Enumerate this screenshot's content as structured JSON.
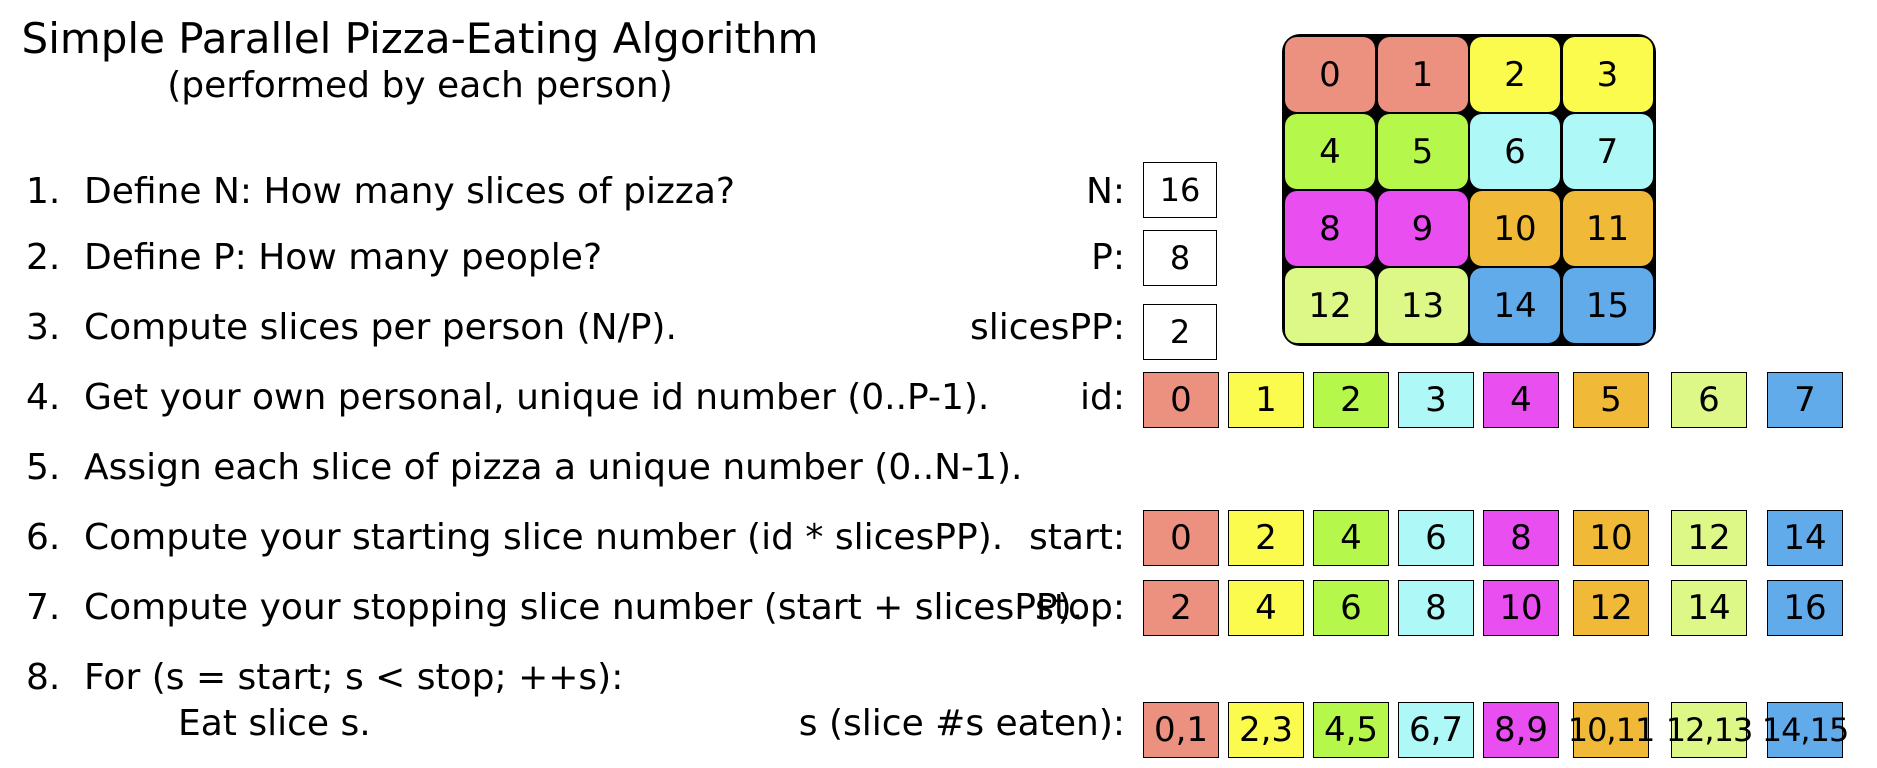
{
  "title": "Simple Parallel Pizza-Eating Algorithm",
  "subtitle": "(performed by each person)",
  "steps": [
    {
      "num": "1.",
      "text": "Define N: How many slices of pizza?"
    },
    {
      "num": "2.",
      "text": "Define P: How many people?"
    },
    {
      "num": "3.",
      "text": "Compute slices per person (N/P)."
    },
    {
      "num": "4.",
      "text": "Get your own personal, unique id number (0..P-1)."
    },
    {
      "num": "5.",
      "text": "Assign each slice of pizza a unique number (0..N-1)."
    },
    {
      "num": "6.",
      "text": "Compute your starting slice number (id * slicesPP)."
    },
    {
      "num": "7.",
      "text": "Compute your stopping slice number (start + slicesPP)."
    },
    {
      "num": "8.",
      "text": "For (s = start; s < stop; ++s):"
    }
  ],
  "step8_body": "Eat slice s.",
  "vars": {
    "n": {
      "label": "N:",
      "value": "16"
    },
    "p": {
      "label": "P:",
      "value": "8"
    },
    "slicespp": {
      "label": "slicesPP:",
      "value": "2"
    }
  },
  "rows": {
    "id": {
      "label": "id:",
      "values": [
        "0",
        "1",
        "2",
        "3",
        "4",
        "5",
        "6",
        "7"
      ]
    },
    "start": {
      "label": "start:",
      "values": [
        "0",
        "2",
        "4",
        "6",
        "8",
        "10",
        "12",
        "14"
      ]
    },
    "stop": {
      "label": "stop:",
      "values": [
        "2",
        "4",
        "6",
        "8",
        "10",
        "12",
        "14",
        "16"
      ]
    },
    "eaten": {
      "label": "s (slice #s eaten):",
      "values": [
        "0,1",
        "2,3",
        "4,5",
        "6,7",
        "8,9",
        "10,11",
        "12,13",
        "14,15"
      ]
    }
  },
  "pizza_slices": [
    "0",
    "1",
    "2",
    "3",
    "4",
    "5",
    "6",
    "7",
    "8",
    "9",
    "10",
    "11",
    "12",
    "13",
    "14",
    "15"
  ],
  "colors": {
    "person": [
      "#ec9180",
      "#fbfb4e",
      "#b5f74a",
      "#aef8f8",
      "#e84ef0",
      "#f0ba38",
      "#ddf887",
      "#62abeb"
    ]
  }
}
